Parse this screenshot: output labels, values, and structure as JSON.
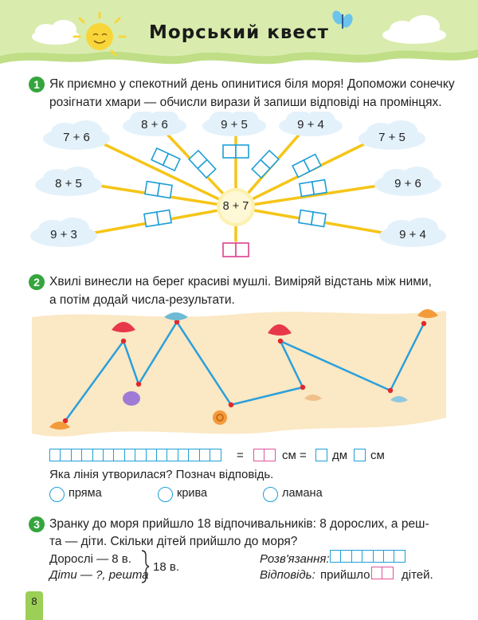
{
  "header": {
    "title": "Морський квест",
    "bg_color": "#d9ecae",
    "wave_color": "#bfde86"
  },
  "task1": {
    "number": "1",
    "line1": "Як приємно у спекотний день опинитися біля моря! Допоможи сонечку",
    "line2": "розігнати хмари — обчисли вирази й запиши відповіді на промінцях.",
    "center_expr": "8 + 7",
    "clouds": [
      {
        "expr": "7 + 6"
      },
      {
        "expr": "8 + 6"
      },
      {
        "expr": "9 + 5"
      },
      {
        "expr": "9 + 4"
      },
      {
        "expr": "7 + 5"
      },
      {
        "expr": "8 + 5"
      },
      {
        "expr": "9 + 6"
      },
      {
        "expr": "9 + 3"
      },
      {
        "expr": "9 + 4"
      }
    ],
    "ray_color": "#f5c518",
    "box_color": "#1e9fd6",
    "answer_box_color": "#e0559a"
  },
  "task2": {
    "number": "2",
    "line1": "Хвилі винесли на берег красиві мушлі. Виміряй відстань між ними,",
    "line2": "а потім додай числа-результати.",
    "sand_color": "#fbe8c4",
    "path_color": "#2aa0dc",
    "eq": "=",
    "unit_cm": "см =",
    "unit_dm": "дм",
    "unit_cm2": "см",
    "question": "Яка лінія утворилася? Познач відповідь.",
    "options": [
      {
        "label": "пряма"
      },
      {
        "label": "крива"
      },
      {
        "label": "ламана"
      }
    ]
  },
  "task3": {
    "number": "3",
    "line1": "Зранку до моря прийшло 18 відпочивальників: 8 дорослих, а реш-",
    "line2": "та — діти. Скільки дітей прийшло до моря?",
    "adults": "Дорослі — 8 в.",
    "children": "Діти — ?, решта",
    "total": "18 в.",
    "solution_label": "Розв'язання:",
    "answer_label": "Відповідь:",
    "answer_text": "прийшло",
    "answer_tail": "дітей."
  },
  "page": {
    "number": "8"
  }
}
